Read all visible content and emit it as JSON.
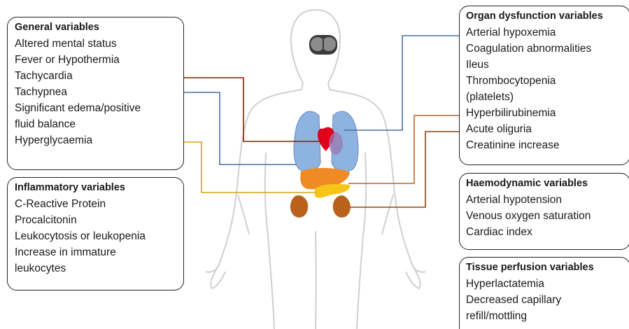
{
  "boxes": {
    "general": {
      "title": "General variables",
      "items": [
        "Altered mental status",
        "Fever or Hypothermia",
        "Tachycardia",
        "Tachypnea",
        "Significant edema/positive",
        "fluid balance",
        "Hyperglycaemia"
      ]
    },
    "inflammatory": {
      "title": "Inflammatory variables",
      "items": [
        "C-Reactive Protein",
        "Procalcitonin",
        "Leukocytosis or leukopenia",
        "Increase in immature",
        "leukocytes"
      ]
    },
    "organ": {
      "title": "Organ dysfunction variables",
      "items": [
        "Arterial hypoxemia",
        "Coagulation abnormalities",
        "Ileus",
        "Thrombocytopenia",
        "(platelets)",
        "Hyperbilirubinemia",
        "Acute oliguria",
        "Creatinine increase"
      ]
    },
    "haemodynamic": {
      "title": "Haemodynamic variables",
      "items": [
        "Arterial hypotension",
        "Venous oxygen saturation",
        "Cardiac index"
      ]
    },
    "tissue": {
      "title": "Tissue perfusion variables",
      "items": [
        "Hyperlactatemia",
        "Decreased capillary",
        "refill/mottling"
      ]
    }
  },
  "colors": {
    "tachycardia_line": "#c00000",
    "tachypnea_line": "#4a6fa5",
    "hyperglycaemia_line": "#d9a21a",
    "organ_line": "#4a6fa5",
    "hyperbilirubinemia_line": "#b5652a",
    "oliguria_line": "#8b4513",
    "lungs": "#8fb3e0",
    "heart": "#e0001b",
    "liver": "#f08a24",
    "pancreas": "#f7c518",
    "kidneys": "#b8621b",
    "brain": "#8c8c8c"
  }
}
